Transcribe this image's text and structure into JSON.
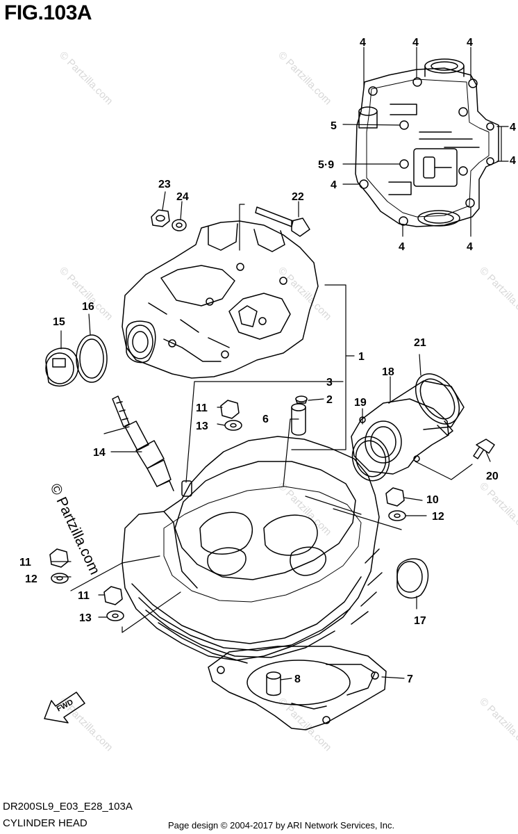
{
  "figure": {
    "title": "FIG.103A",
    "code": "DR200SL9_E03_E28_103A",
    "name": "CYLINDER HEAD",
    "copyright": "Page design © 2004-2017 by ARI Network Services, Inc."
  },
  "watermark": {
    "main": "© Partzilla.com",
    "small": "© Partzilla.com"
  },
  "fwd_label": "FWD",
  "callouts": {
    "c1": "1",
    "c2": "2",
    "c3": "3",
    "c4a": "4",
    "c4b": "4",
    "c4c": "4",
    "c4d": "4",
    "c4e": "4",
    "c4f": "4",
    "c4g": "4",
    "c4h": "4",
    "c5": "5",
    "c59": "5·9",
    "c6": "6",
    "c7": "7",
    "c8": "8",
    "c10": "10",
    "c11a": "11",
    "c11b": "11",
    "c11c": "11",
    "c12a": "12",
    "c12b": "12",
    "c13a": "13",
    "c13b": "13",
    "c14": "14",
    "c15": "15",
    "c16": "16",
    "c17": "17",
    "c18": "18",
    "c19": "19",
    "c20": "20",
    "c21": "21",
    "c22": "22",
    "c23": "23",
    "c24": "24"
  }
}
